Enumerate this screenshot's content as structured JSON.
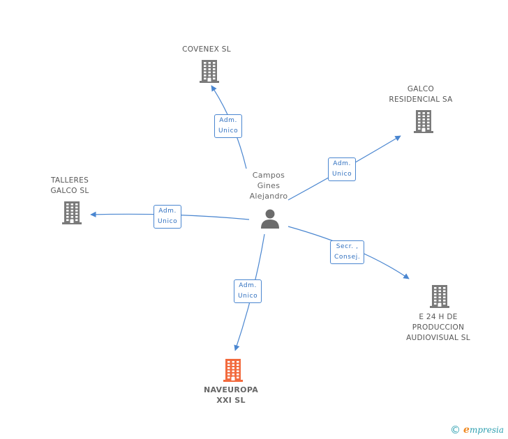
{
  "person": {
    "name_lines": [
      "Campos",
      "Gines",
      "Alejandro"
    ],
    "icon": "person-icon"
  },
  "companies": [
    {
      "id": "covenex",
      "lines": [
        "COVENEX SL"
      ],
      "highlight": false,
      "icon": "building-icon"
    },
    {
      "id": "galco-residencial",
      "lines": [
        "GALCO",
        "RESIDENCIAL SA"
      ],
      "highlight": false,
      "icon": "building-icon"
    },
    {
      "id": "talleres-galco",
      "lines": [
        "TALLERES",
        "GALCO SL"
      ],
      "highlight": false,
      "icon": "building-icon"
    },
    {
      "id": "e24h",
      "lines": [
        "E 24 H DE",
        "PRODUCCION",
        "AUDIOVISUAL SL"
      ],
      "highlight": false,
      "icon": "building-icon"
    },
    {
      "id": "naveuropa",
      "lines": [
        "NAVEUROPA",
        "XXI SL"
      ],
      "highlight": true,
      "icon": "building-icon"
    }
  ],
  "relations": [
    {
      "to": "covenex",
      "lines": [
        "Adm.",
        "Unico"
      ]
    },
    {
      "to": "galco-residencial",
      "lines": [
        "Adm.",
        "Unico"
      ]
    },
    {
      "to": "talleres-galco",
      "lines": [
        "Adm.",
        "Unico"
      ]
    },
    {
      "to": "e24h",
      "lines": [
        "Secr. ,",
        "Consej."
      ]
    },
    {
      "to": "naveuropa",
      "lines": [
        "Adm.",
        "Unico"
      ]
    }
  ],
  "colors": {
    "edge": "#4a86d0",
    "building": "#7a7a7a",
    "building_highlight": "#f26a3d",
    "person": "#6b6b6b"
  },
  "footer": {
    "copyright": "©",
    "brand_initial": "e",
    "brand_rest": "mpresia"
  }
}
